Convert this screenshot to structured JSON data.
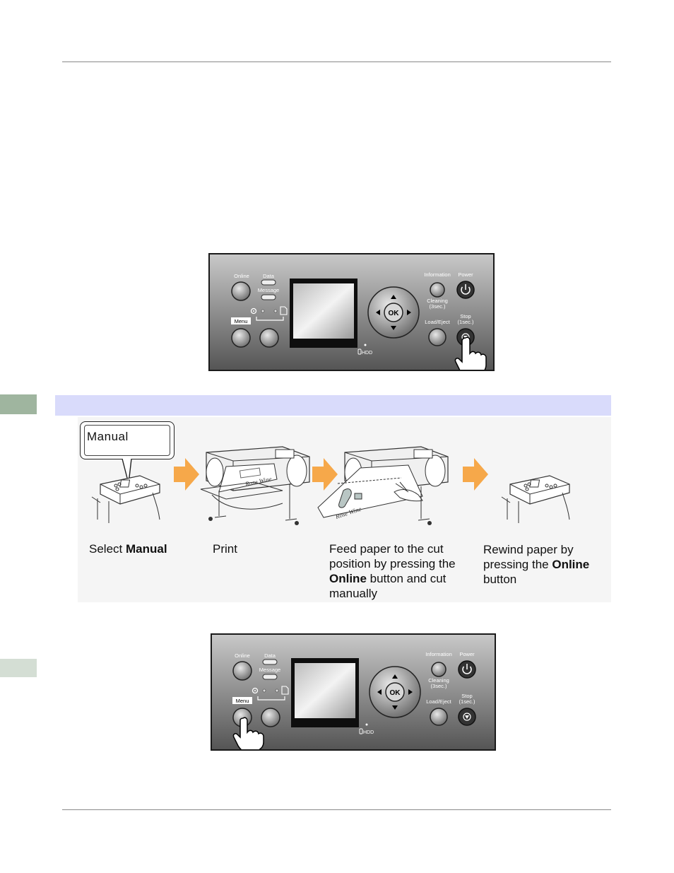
{
  "panel": {
    "online": "Online",
    "data": "Data",
    "message": "Message",
    "menu": "Menu",
    "information": "Information",
    "power": "Power",
    "cleaning_line1": "Cleaning",
    "cleaning_line2": "(3sec.)",
    "load_eject": "Load/Eject",
    "stop_line1": "Stop",
    "stop_line2": "(1sec.)",
    "ok": "OK",
    "hdd": "HDD"
  },
  "bubble": {
    "text": "Manual"
  },
  "steps": [
    {
      "pre": "Select ",
      "bold": "Manual",
      "post": ""
    },
    {
      "pre": "Print",
      "bold": "",
      "post": ""
    },
    {
      "line1": "Feed paper to the cut",
      "line2": "position by pressing the",
      "line3_bold": "Online",
      "line3_rest": " button and cut",
      "line4": "manually"
    },
    {
      "line1": "Rewind paper by",
      "line2_pre": "pressing the ",
      "line2_bold": "Online",
      "line3": "button"
    }
  ],
  "colors": {
    "band": "#d9dbfb",
    "sidetab_dark": "#9aa89a",
    "sidetab_light": "#cfdccf",
    "arrow": "#f6a84a"
  }
}
